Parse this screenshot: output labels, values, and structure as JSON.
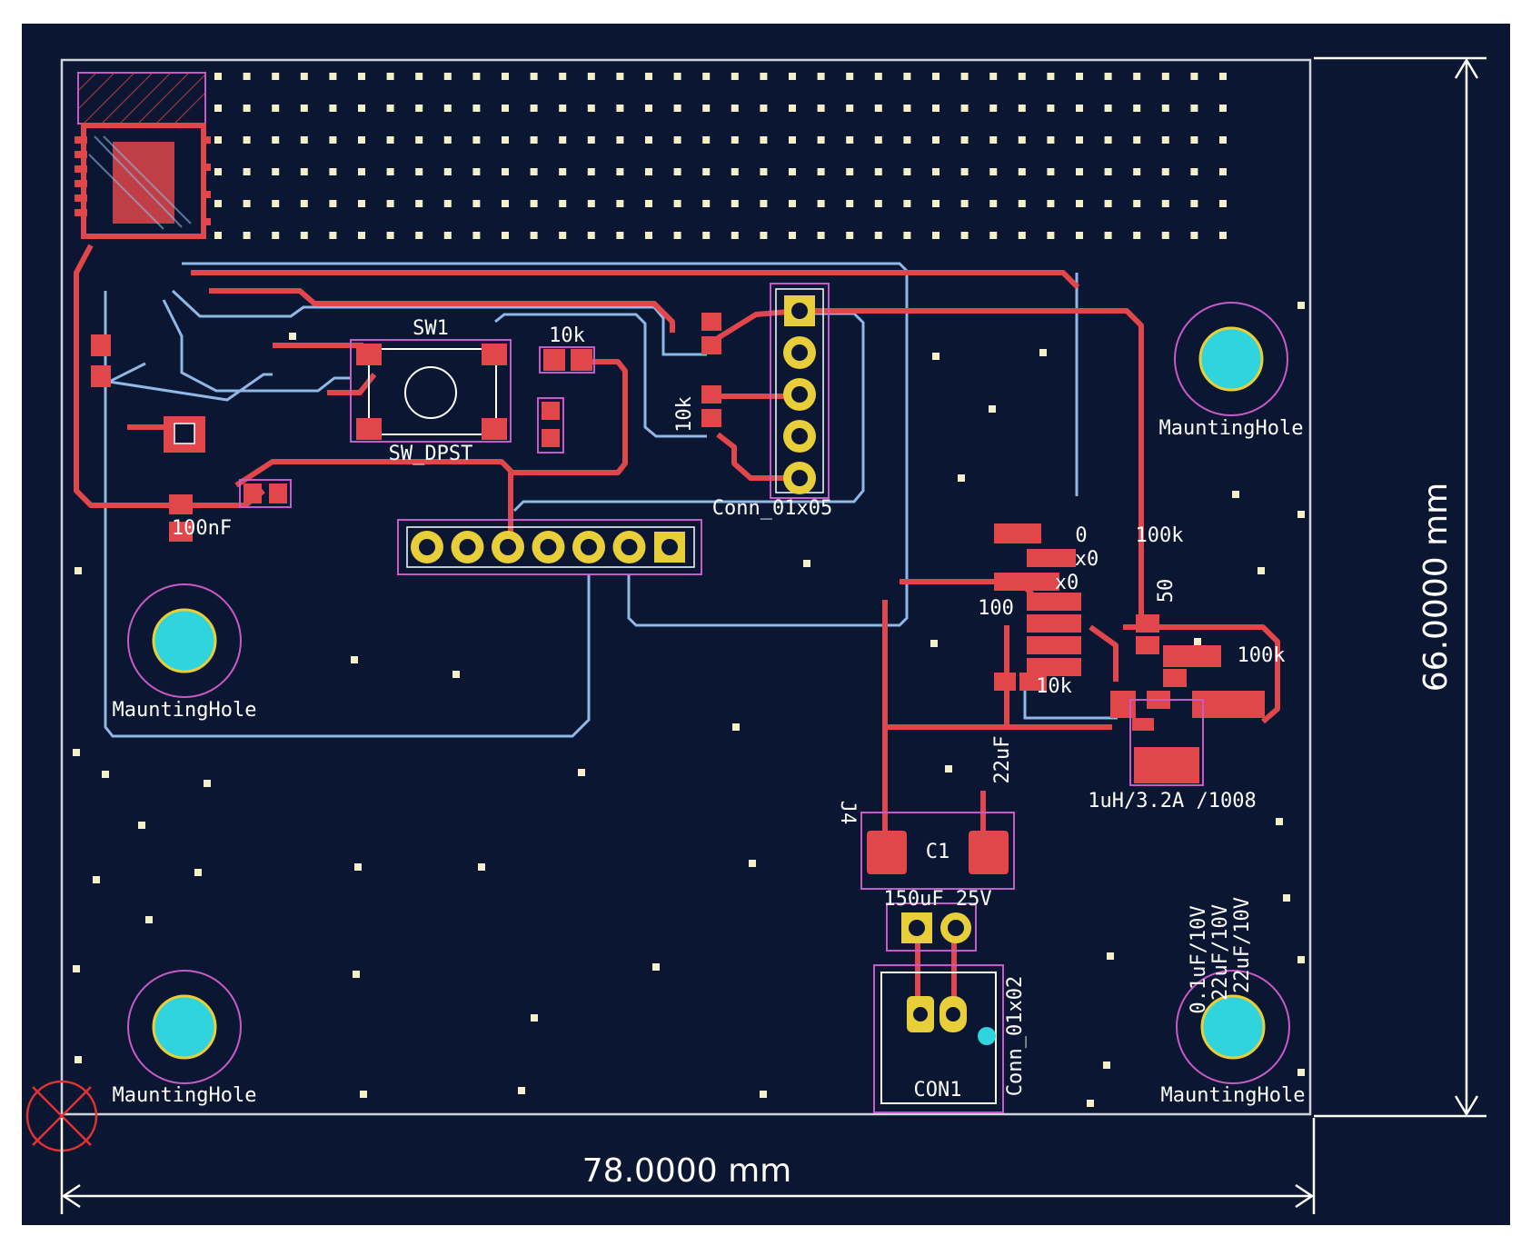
{
  "colors": {
    "background": "#0b1632",
    "board_edge": "#cfd3dc",
    "copper_front": "#e0464a",
    "copper_back": "#8fb8e6",
    "silkscreen": "#ffffff",
    "courtyard": "#c85ac8",
    "pad_tht": "#e8cf3a",
    "hole_fill": "#2fd4dc",
    "via": "#f3efc8",
    "origin_marker": "#e23232"
  },
  "dimensions": {
    "width_label": "78.0000 mm",
    "height_label": "66.0000 mm"
  },
  "labels": {
    "sw1_ref": "SW1",
    "sw1_value": "SW_DPST",
    "r_10k_top": "10k",
    "conn_01x05": "Conn_01x05",
    "r_10k_vertical": "10k",
    "c_100nf": "100nF",
    "r_0": "0",
    "r_100k_right": "100k",
    "r_x0_a": "x0",
    "r_x0_b": "x0",
    "r_100_mid": "100",
    "r_50": "50",
    "r_100k_far": "100k",
    "r_10k_mid": "10k",
    "cap_22uf": "22uF",
    "inductor": "1uH/3.2A /1008",
    "j4": "J4",
    "c1_ref": "C1",
    "c1_value": "150uF 25V",
    "con1_ref": "CON1",
    "conn_01x02": "Conn_01x02",
    "caps_stack": [
      "0.1uF/10V",
      "22uF/10V",
      "22uF/10V"
    ],
    "mounting_holes": [
      "MauntingHole",
      "MauntingHole",
      "MauntingHole",
      "MauntingHole"
    ]
  }
}
